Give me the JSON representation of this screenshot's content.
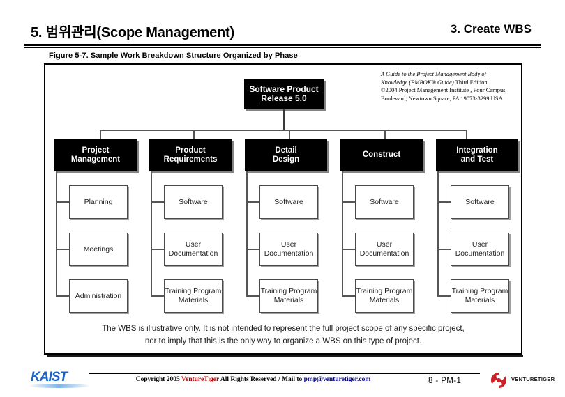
{
  "header": {
    "slide_title": "5. 범위관리(Scope Management)",
    "section_title": "3. Create WBS"
  },
  "figure": {
    "caption": "Figure 5-7. Sample Work Breakdown Structure Organized by Phase",
    "attribution_line1": "A Guide to the Project Management Body of",
    "attribution_line2": "Knowledge (PMBOK® Guide)",
    "attribution_line2b": " Third Edition",
    "attribution_line3": "©2004 Project Management Institute , Four Campus",
    "attribution_line4": "Boulevard, Newtown Square, PA 19073-3299 USA",
    "note_line1": "The WBS is illustrative only. It is not intended to represent the full project scope of any specific project,",
    "note_line2": "nor to imply that this is the only way to organize a WBS on this type of project."
  },
  "wbs": {
    "root": "Software Product\nRelease 5.0",
    "root_line1": "Software Product",
    "root_line2": "Release 5.0",
    "columns": [
      {
        "phase_line1": "Project",
        "phase_line2": "Management",
        "leaves": [
          {
            "line1": "Planning",
            "line2": ""
          },
          {
            "line1": "Meetings",
            "line2": ""
          },
          {
            "line1": "Administration",
            "line2": ""
          }
        ]
      },
      {
        "phase_line1": "Product",
        "phase_line2": "Requirements",
        "leaves": [
          {
            "line1": "Software",
            "line2": ""
          },
          {
            "line1": "User",
            "line2": "Documentation"
          },
          {
            "line1": "Training Program",
            "line2": "Materials"
          }
        ]
      },
      {
        "phase_line1": "Detail",
        "phase_line2": "Design",
        "leaves": [
          {
            "line1": "Software",
            "line2": ""
          },
          {
            "line1": "User",
            "line2": "Documentation"
          },
          {
            "line1": "Training Program",
            "line2": "Materials"
          }
        ]
      },
      {
        "phase_line1": "Construct",
        "phase_line2": "",
        "leaves": [
          {
            "line1": "Software",
            "line2": ""
          },
          {
            "line1": "User",
            "line2": "Documentation"
          },
          {
            "line1": "Training Program",
            "line2": "Materials"
          }
        ]
      },
      {
        "phase_line1": "Integration",
        "phase_line2": "and Test",
        "leaves": [
          {
            "line1": "Software",
            "line2": ""
          },
          {
            "line1": "User",
            "line2": "Documentation"
          },
          {
            "line1": "Training Program",
            "line2": "Materials"
          }
        ]
      }
    ]
  },
  "footer": {
    "copyright_prefix": "Copyright 2005 ",
    "brand": "VentureTiger",
    "copyright_middle": " All Rights Reserved / Mail to ",
    "mail": "pmp@venturetiger.com",
    "slide_number": "8 - PM-1",
    "kaist_wordmark": "KAIST",
    "vt_wordmark": "VENTURETIGER"
  },
  "colors": {
    "node_fill": "#000000",
    "node_text": "#ffffff",
    "leaf_fill": "#ffffff",
    "leaf_border": "#4a4a4a",
    "connector": "#555555",
    "brand_red": "#b40000",
    "mail_blue": "#00008b",
    "kaist_blue": "#1b63c4"
  }
}
